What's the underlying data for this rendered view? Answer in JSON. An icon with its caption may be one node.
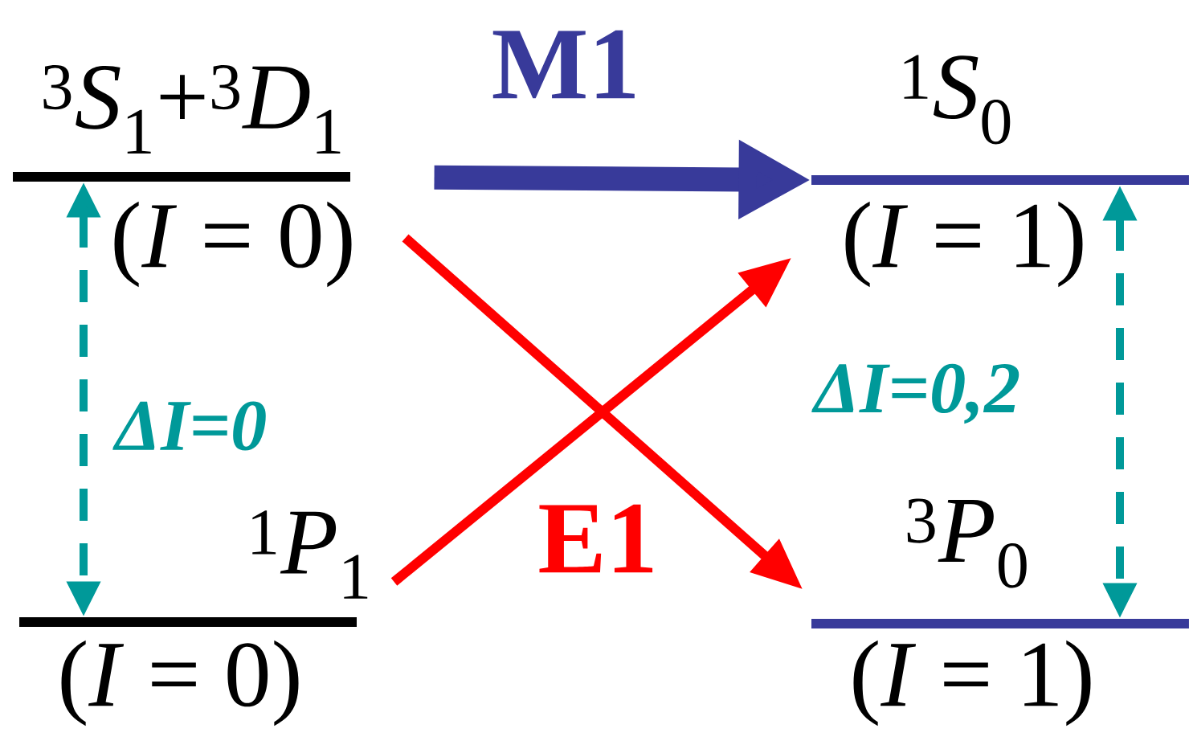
{
  "diagram": {
    "nodes": [
      {
        "text": [
          "$^{3}$*S*$_{1}$+$^{3}$*D*$_{1}$",
          "(*I* = 0)"
        ]
      },
      {
        "text": [
          "$^{1}$*S*$_{0}$",
          "(*I* = 1)"
        ]
      },
      {
        "text": [
          "$^{1}$*P*$_{1}$",
          "(*I* = 0)"
        ]
      },
      {
        "text": [
          "$^{3}$*P*$_{0}$",
          "(*I* = 1)"
        ]
      }
    ],
    "edges": [
      {
        "from": 0,
        "to": 1,
        "arrow": "to",
        "label": "M1",
        "style": "thick",
        "color": "#383a9a"
      },
      {
        "from": 0,
        "to": 3,
        "arrow": "to",
        "label": "E1",
        "color": "#ff0000"
      },
      {
        "from": 2,
        "to": 1,
        "arrow": "to",
        "color": "#ff0000"
      },
      {
        "from": 0,
        "to": 2,
        "arrow": "both",
        "label": "ΔI=0",
        "style": "dashed",
        "color": "#009999"
      },
      {
        "from": 1,
        "to": 3,
        "arrow": "both",
        "label": "ΔI=0,2",
        "style": "dashed",
        "color": "#009999"
      }
    ]
  }
}
